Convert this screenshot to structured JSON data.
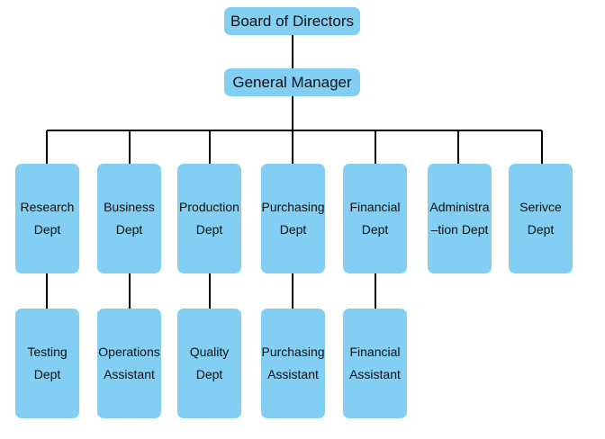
{
  "colors": {
    "node_fill": "#82cff3",
    "line": "#000000",
    "text": "#111111",
    "background": "#ffffff"
  },
  "nodes": {
    "board": {
      "text": "Board of Directors"
    },
    "general_manager": {
      "text": "General Manager"
    },
    "departments": [
      {
        "line1": "Research",
        "line2": "Dept"
      },
      {
        "line1": "Business",
        "line2": "Dept"
      },
      {
        "line1": "Production",
        "line2": "Dept"
      },
      {
        "line1": "Purchasing",
        "line2": "Dept"
      },
      {
        "line1": "Financial",
        "line2": "Dept"
      },
      {
        "line1": "Administra",
        "line2": "–tion  Dept"
      },
      {
        "line1": "Serivce",
        "line2": "Dept"
      }
    ],
    "sub_units": [
      {
        "line1": "Testing",
        "line2": "Dept"
      },
      {
        "line1": "Operations",
        "line2": "Assistant"
      },
      {
        "line1": "Quality",
        "line2": "Dept"
      },
      {
        "line1": "Purchasing",
        "line2": "Assistant"
      },
      {
        "line1": "Financial",
        "line2": "Assistant"
      }
    ]
  }
}
